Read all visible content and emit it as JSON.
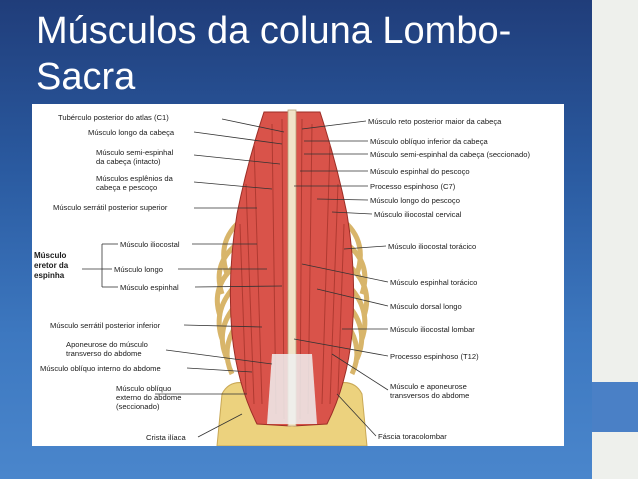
{
  "title": "Músculos da coluna Lombo-Sacra",
  "figure": {
    "left_labels": [
      "Tubérculo posterior do atlas (C1)",
      "Músculo longo da cabeça",
      "Músculo semi-espinhal",
      "da cabeça (intacto)",
      "Músculos esplênios da",
      "cabeça e pescoço",
      "Músculo serrátil posterior superior",
      "Músculo iliocostal",
      "Músculo longo",
      "Músculo espinhal",
      "Músculo serrátil posterior inferior",
      "Aponeurose do músculo",
      "transverso do abdome",
      "Músculo oblíquo interno do abdome",
      "Músculo oblíquo",
      "externo do abdome",
      "(seccionado)",
      "Crista ilíaca"
    ],
    "group_label": [
      "Músculo",
      "eretor da",
      "espinha"
    ],
    "right_labels": [
      "Músculo reto posterior maior da cabeça",
      "Músculo oblíquo inferior da cabeça",
      "Músculo semi-espinhal da cabeça (seccionado)",
      "Músculo espinhal do pescoço",
      "Processo espinhoso (C7)",
      "Músculo longo do pescoço",
      "Músculo iliocostal cervical",
      "Músculo iliocostal torácico",
      "Músculo espinhal torácico",
      "Músculo dorsal longo",
      "Músculo iliocostal lombar",
      "Processo espinhoso (T12)",
      "Músculo e aponeurose",
      "transversos do abdome",
      "Fáscia toracolombar"
    ]
  },
  "colors": {
    "background": "#2a5aa0",
    "muscle": "#d9534a",
    "bone": "#e8c978",
    "accent_block": "#4a80c6"
  }
}
